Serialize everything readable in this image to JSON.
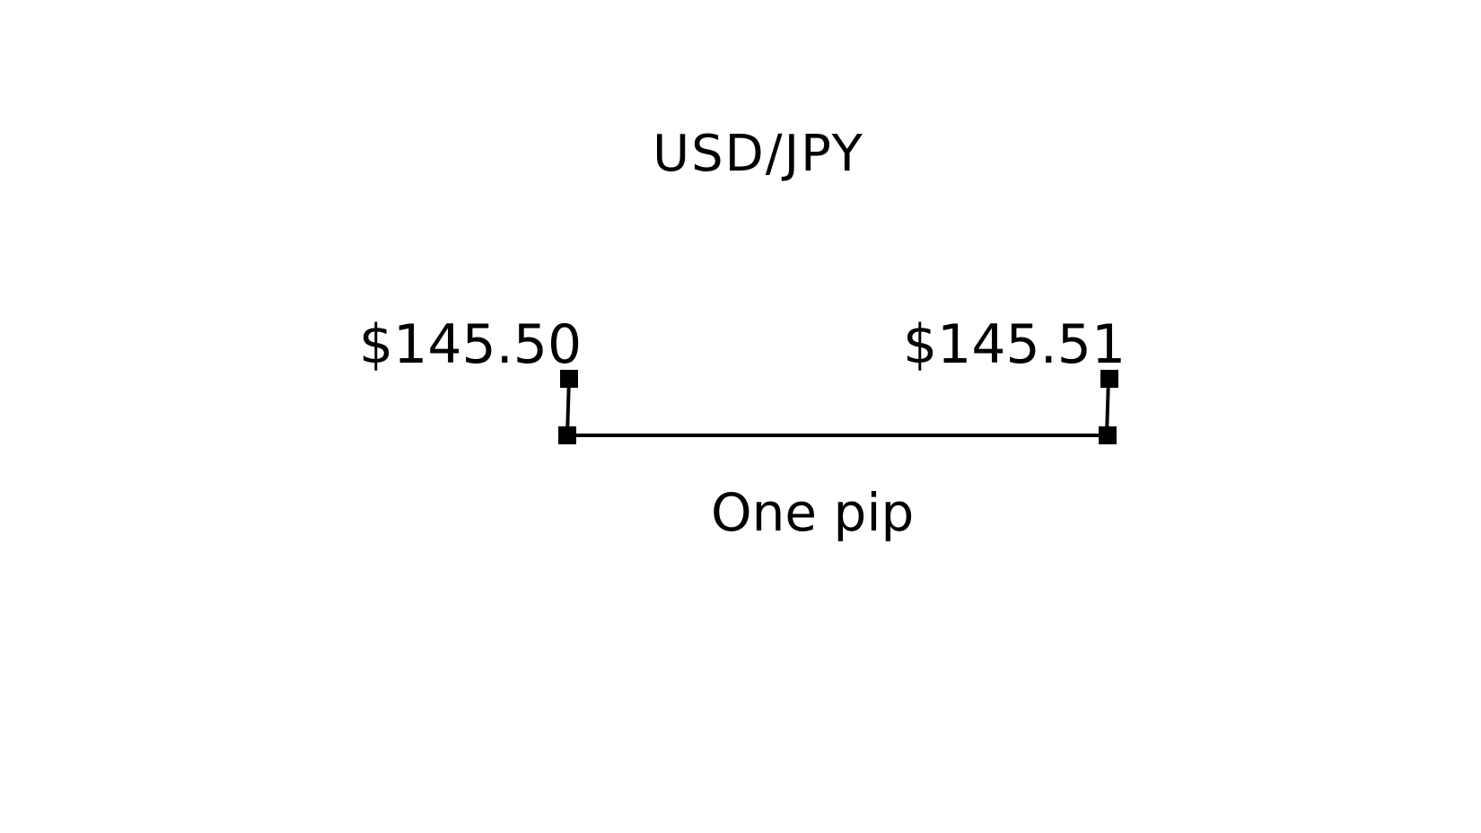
{
  "title": "USD/JPY",
  "prices": {
    "left": "$145.50",
    "right": "$145.51"
  },
  "measure_label": "One pip",
  "colors": {
    "ink": "#000000",
    "background": "#ffffff"
  }
}
